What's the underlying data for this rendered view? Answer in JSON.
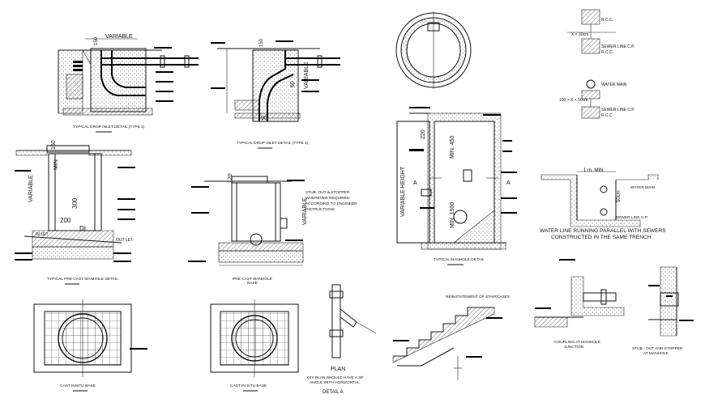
{
  "labels": {
    "variable_1": "VARIABLE",
    "variable_2": "VARIABLE",
    "variable_3": "VARIABLE",
    "variable_height": "VARIABLE HEIGHT",
    "dim_150_a": "150",
    "dim_150_b": "150",
    "dim_60": "60",
    "dim_90": "90",
    "dim_220": "220",
    "dim_120": "120",
    "dim_300": "300",
    "dim_200": "200",
    "dim_di": "DI",
    "dim_min": "MIN",
    "dim_min_450": "MIN. 450",
    "dim_min_1500": "MIN. 1500",
    "dim_1m_min": "1 m. MIN.",
    "dim_50cm": "50cm",
    "inlet": "IN LET",
    "outlet": "OUT LET",
    "mark_a_left": "A",
    "mark_a_right": "A",
    "rcc_1": "R.C.C.",
    "rcc_2": "R.C.C.",
    "rcc_3": "R.C.C.",
    "x_lt_30": "X < 30cm.",
    "x_range": "100 > X < 50cm.",
    "sewer_line_1": "SEWER LINE C.P.",
    "sewer_line_2": "SEWER LINE C.P.",
    "sewer_line_3": "SEWER LINE C.P.",
    "water_main_1": "WATER MAIN",
    "water_main_2": "WATER MAIN",
    "stub_note": "STUB. OUT & STOPPER WHEREVER REQUIRED ACCORDING TO ENGINEER INSTRUCTIONS",
    "water_line_note_1": "WATER LINE RUNNING PARALLEL WITH SEWERS",
    "water_line_note_2": "CONSTRUCTED IN THE SAME TRENCH",
    "plan": "PLAN",
    "xsy_note": "XSY PLAN SHOULD HAVE A 30° ANGLE WITH HORIZONTAL",
    "reinstatement": "REINSTATEMENT OF STAIRCASES"
  },
  "captions": {
    "drop_inlet_1": "TYPICAL DROP INLET DETAIL (TYPE 1)",
    "drop_inlet_2": "TYPICAL DROP INLET DETAIL (TYPE 2)",
    "precast_detail": "TYPICAL PRE CAST MANHOLE DETAIL",
    "precast_base": "PRE CAST MANHOLE BASE",
    "typical_manhole": "TYPICAL MANHOLE DETAIL",
    "cast_insitu_1": "CAST INSITU BASE",
    "cast_insitu_2": "CAST IN SITU BASE",
    "detail_a": "DETAIL A",
    "coupling": "COUPLING AT MANHOLE JUNCTION",
    "stub_out": "STUB - OUT AND STOPPER AT MANHOLE"
  }
}
